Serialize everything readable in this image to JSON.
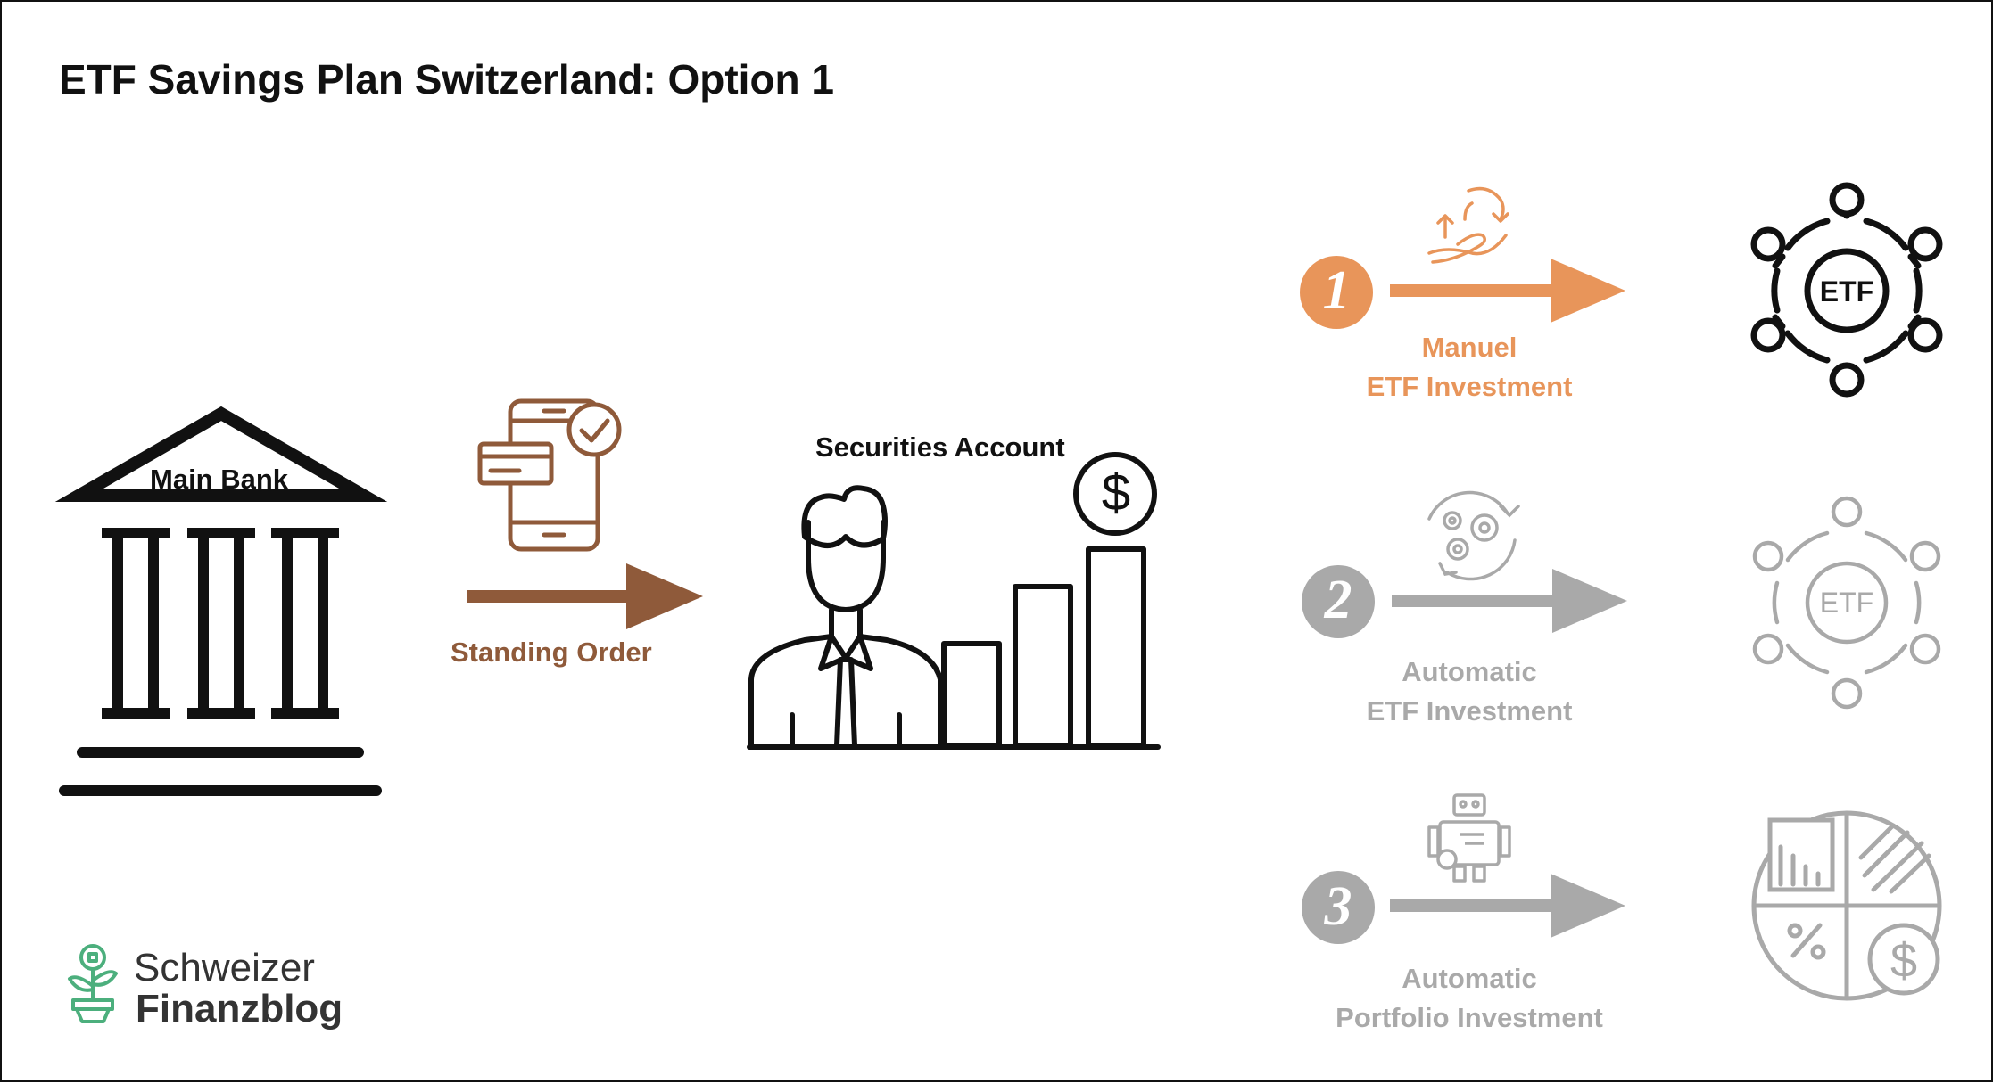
{
  "title": "ETF Savings Plan Switzerland: Option 1",
  "bank": {
    "label": "Main Bank",
    "icon": "bank-building-icon"
  },
  "transfer": {
    "label": "Standing Order",
    "icon": "mobile-payment-icon",
    "color": "#8f5a3a"
  },
  "account": {
    "label": "Securities Account",
    "icon": "investor-growth-chart-icon",
    "currency_symbol": "$"
  },
  "options": [
    {
      "number": "1",
      "line1": "Manuel",
      "line2": "ETF Investment",
      "status": "active",
      "color": "#e8955a",
      "icon": "hand-cycle-icon",
      "target_icon": "etf-network-icon",
      "target_text": "ETF"
    },
    {
      "number": "2",
      "line1": "Automatic",
      "line2": "ETF Investment",
      "status": "inactive",
      "color": "#a9a9a9",
      "icon": "gears-cycle-icon",
      "target_icon": "etf-network-icon",
      "target_text": "ETF"
    },
    {
      "number": "3",
      "line1": "Automatic",
      "line2": "Portfolio Investment",
      "status": "inactive",
      "color": "#a9a9a9",
      "icon": "robot-advisor-icon",
      "target_icon": "portfolio-pie-icon",
      "target_text": ""
    }
  ],
  "brand": {
    "line1": "Schweizer",
    "line2": "Finanzblog",
    "icon": "plant-pot-logo-icon",
    "color": "#4caf7d"
  }
}
